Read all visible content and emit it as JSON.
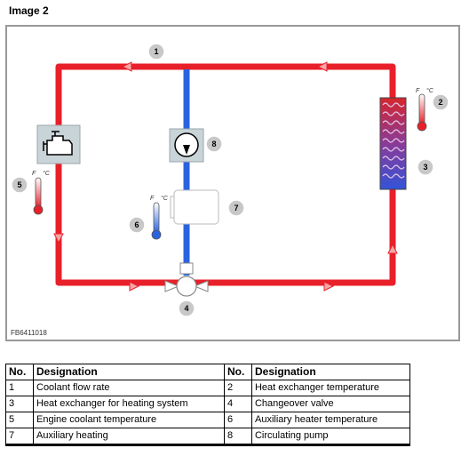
{
  "title": "Image 2",
  "figure_ref": "FB6411018",
  "temp_scale_f": "F",
  "temp_scale_c": "°C",
  "callouts": [
    "1",
    "2",
    "3",
    "4",
    "5",
    "6",
    "7",
    "8"
  ],
  "table": {
    "headers": [
      "No.",
      "Designation",
      "No.",
      "Designation"
    ],
    "rows": [
      [
        "1",
        "Coolant flow rate",
        "2",
        "Heat exchanger temperature"
      ],
      [
        "3",
        "Heat exchanger for heating system",
        "4",
        "Changeover valve"
      ],
      [
        "5",
        "Engine coolant temperature",
        "6",
        "Auxiliary heater temperature"
      ],
      [
        "7",
        "Auxiliary heating",
        "8",
        "Circulating pump"
      ]
    ]
  },
  "colors": {
    "hot_pipe": "#e8202a",
    "cold_pipe": "#2a63e0",
    "frame": "#999999",
    "callout_fill": "#c8c8c8",
    "component_fill": "#c9d4d8"
  }
}
